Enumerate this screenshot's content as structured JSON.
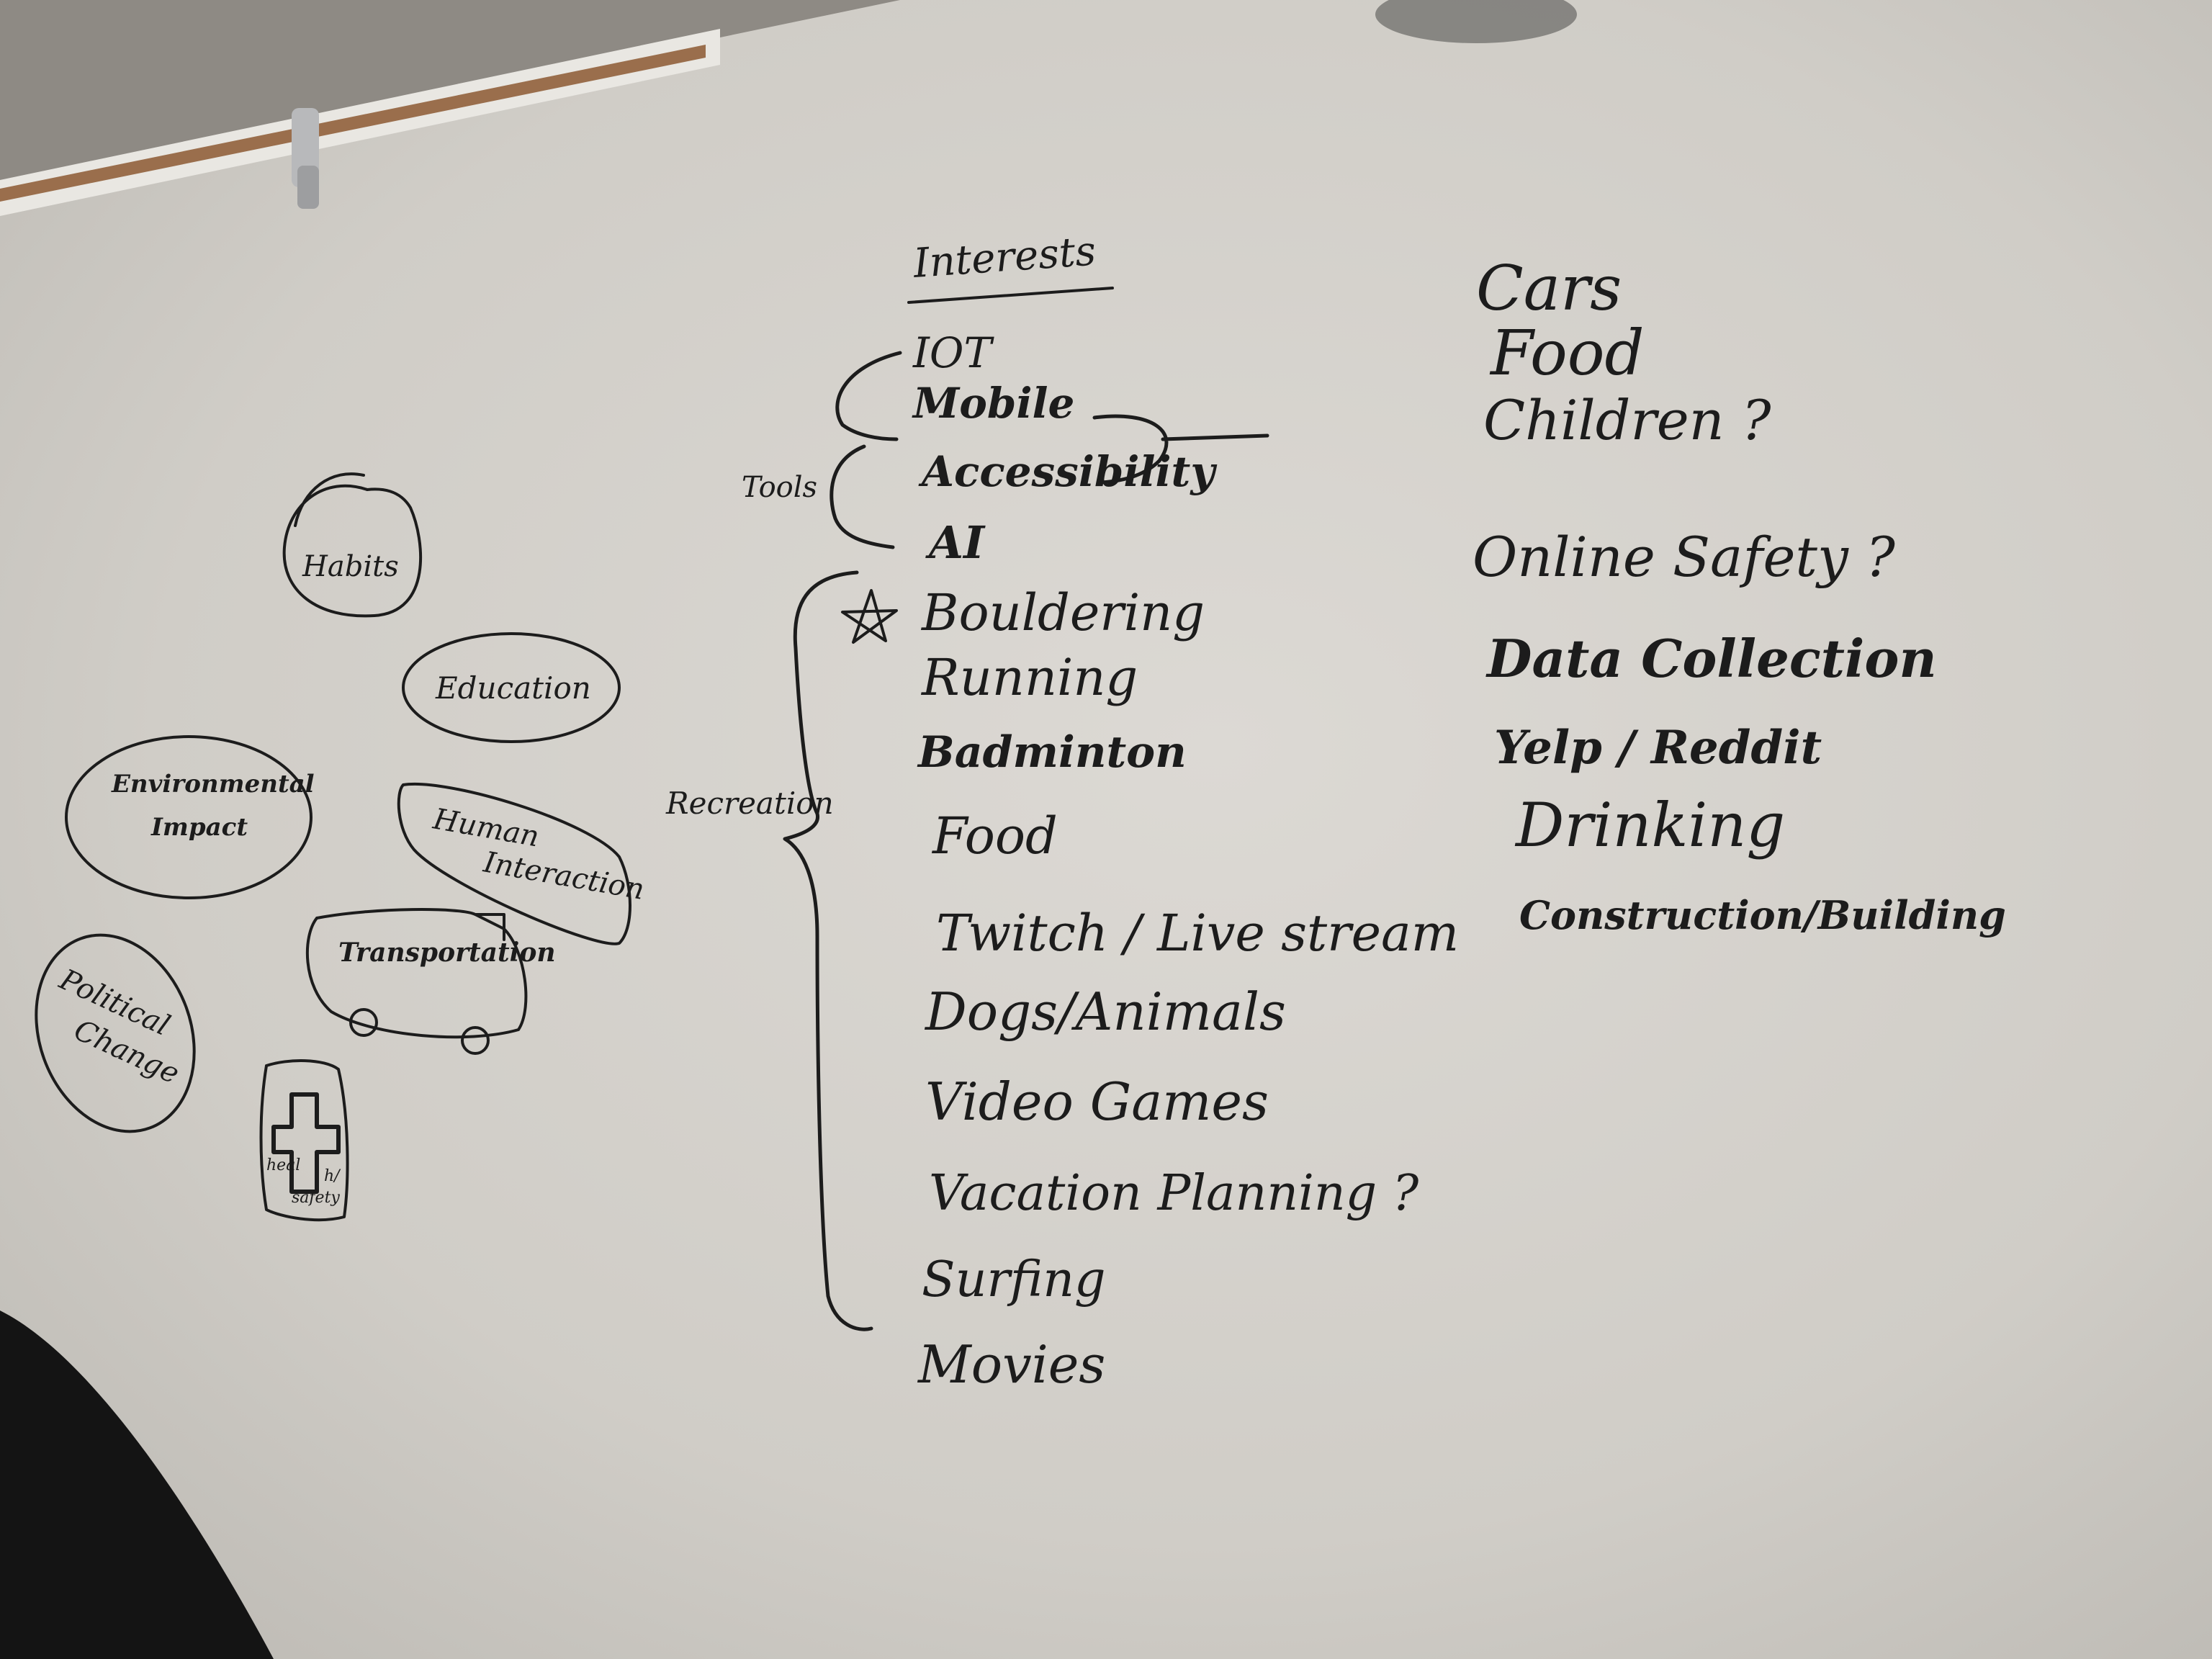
{
  "whiteboard": {
    "interests_heading": "Interests",
    "tools_label": "Tools",
    "tools": [
      "IOT",
      "Mobile",
      "Accessibility",
      "AI"
    ],
    "recreation_label": "Recreation",
    "recreation": [
      "Bouldering",
      "Running",
      "Badminton",
      "Food",
      "Twitch / Live stream",
      "Dogs/Animals",
      "Video Games",
      "Vacation Planning ?",
      "Surfing",
      "Movies"
    ],
    "right_column": [
      "Cars",
      "Food",
      "Children ?",
      "Online Safety ?",
      "Data Collection",
      "Yelp / Reddit",
      "Drinking",
      "Construction/Building"
    ],
    "bubbles": {
      "habits": "Habits",
      "education": "Education",
      "environmental_line1": "Environmental",
      "environmental_line2": "Impact",
      "human_line1": "Human",
      "human_line2": "Interaction",
      "transportation": "Transportation",
      "political_line1": "Political",
      "political_line2": "Change",
      "health_line1": "heal",
      "health_line2": "h/",
      "health_line3": "safety"
    }
  }
}
